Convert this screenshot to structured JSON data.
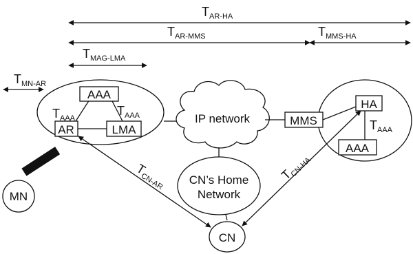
{
  "timing_labels": {
    "ar_ha": {
      "main": "T",
      "sub": "AR-HA"
    },
    "ar_mms": {
      "main": "T",
      "sub": "AR-MMS"
    },
    "mms_ha": {
      "main": "T",
      "sub": "MMS-HA"
    },
    "mag_lma": {
      "main": "T",
      "sub": "MAG-LMA"
    },
    "mn_ar": {
      "main": "T",
      "sub": "MN-AR"
    },
    "aaa_left": {
      "main": "T",
      "sub": "AAA"
    },
    "aaa_right": {
      "main": "T",
      "sub": "AAA"
    },
    "aaa_ha": {
      "main": "T",
      "sub": "AAA"
    },
    "cn_ar": {
      "main": "T",
      "sub": "CN-AR"
    },
    "cn_ha": {
      "main": "T",
      "sub": "CN-HA"
    }
  },
  "nodes": {
    "aaa_top": "AAA",
    "ar": "AR",
    "lma": "LMA",
    "ip_network": "IP network",
    "mms": "MMS",
    "ha": "HA",
    "aaa_home": "AAA",
    "cn_home_line1": "CN’s Home",
    "cn_home_line2": "Network",
    "mn": "MN",
    "cn": "CN"
  }
}
